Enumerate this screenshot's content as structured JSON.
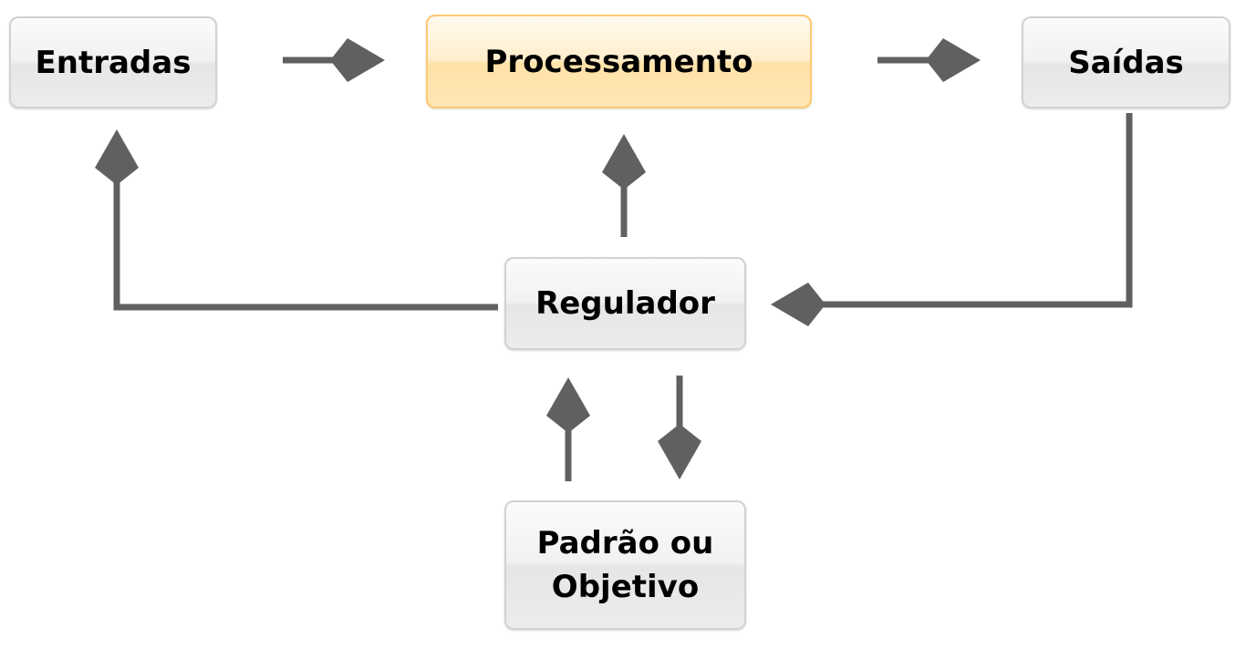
{
  "nodes": {
    "entradas": "Entradas",
    "processamento": "Processamento",
    "saidas": "Saídas",
    "regulador": "Regulador",
    "padrao_line1": "Padrão ou",
    "padrao_line2": "Objetivo"
  },
  "colors": {
    "connector": "#606060",
    "box_border": "#d2d2d2",
    "highlight_border": "#ffc974",
    "highlight_fill": "#ffe9bb"
  }
}
